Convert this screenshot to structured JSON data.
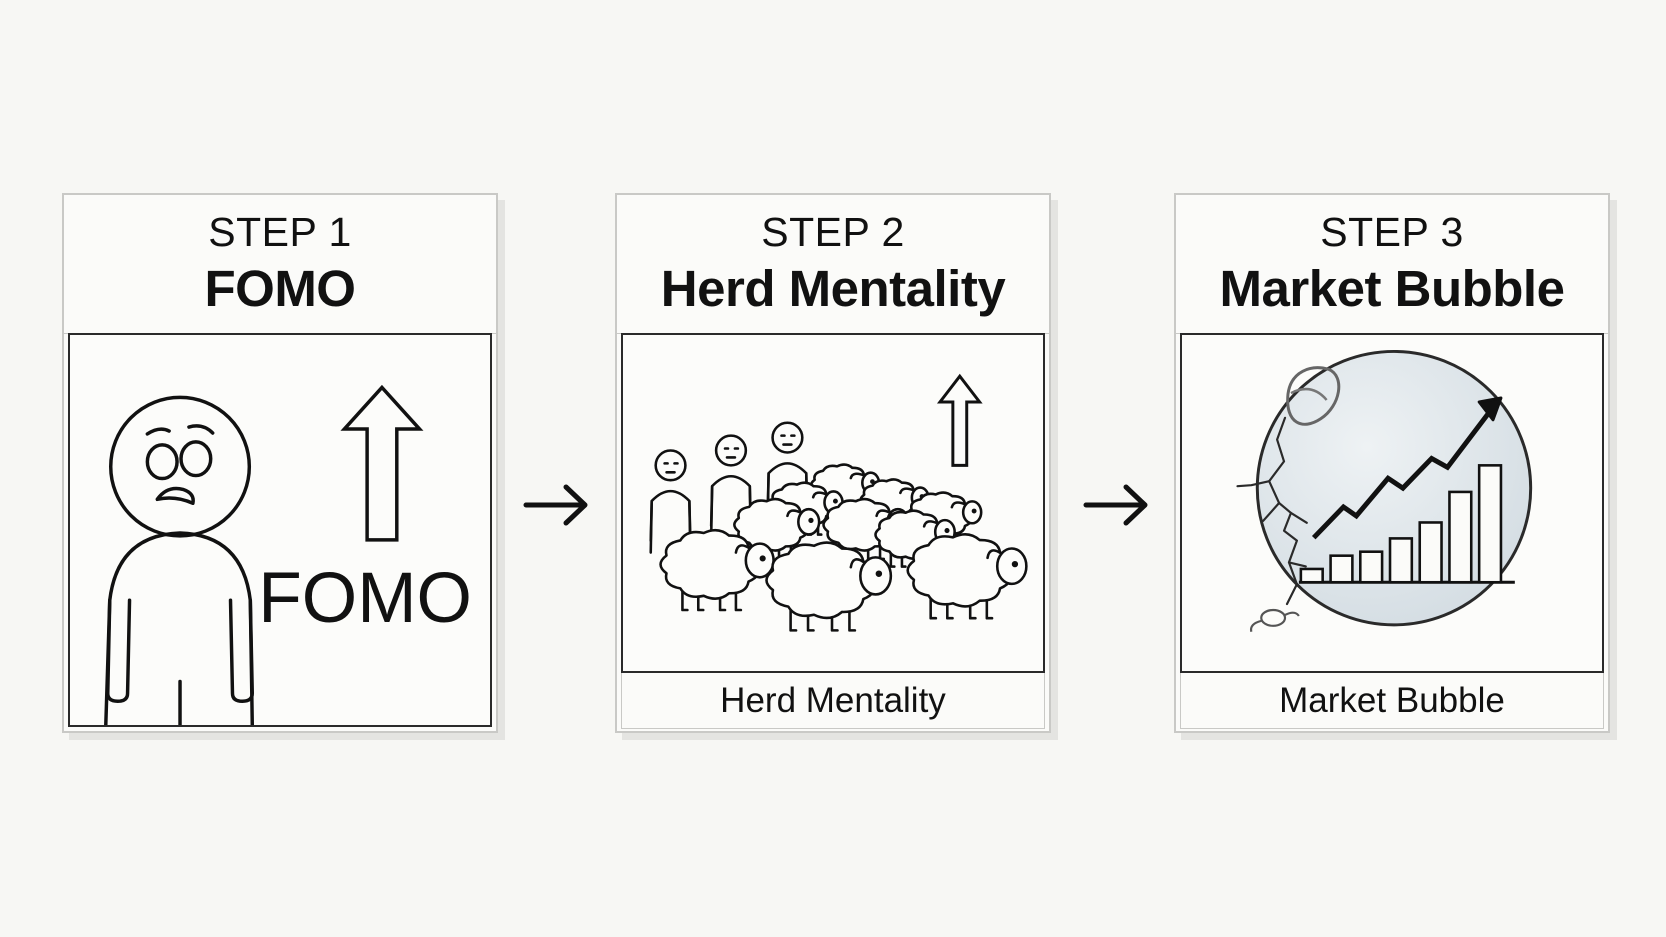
{
  "steps": [
    {
      "label": "STEP 1",
      "title": "FOMO",
      "illustration_text": "FOMO"
    },
    {
      "label": "STEP 2",
      "title": "Herd Mentality",
      "caption": "Herd Mentality"
    },
    {
      "label": "STEP 3",
      "title": "Market Bubble",
      "caption": "Market Bubble"
    }
  ],
  "chart_data": {
    "type": "bar",
    "values": [
      1,
      2,
      2.3,
      3.3,
      4.5,
      6.8,
      8.8
    ]
  }
}
